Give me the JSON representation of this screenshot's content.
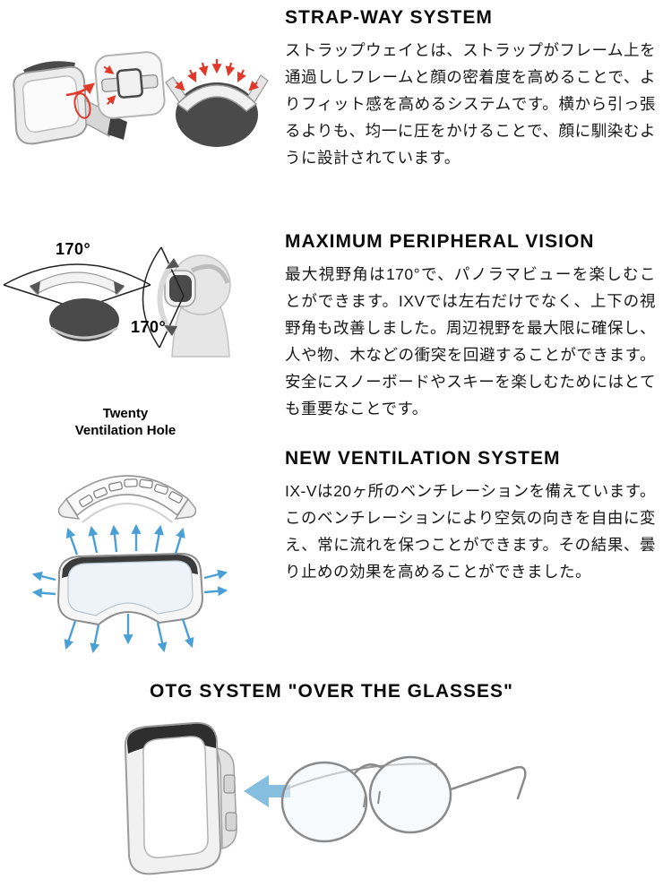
{
  "sections": {
    "strap_way": {
      "title": "STRAP-WAY SYSTEM",
      "body": "ストラップウェイとは、ストラップがフレーム上を通過ししフレームと顔の密着度を高めることで、よりフィット感を高めるシステムです。横から引っ張るよりも、均一に圧をかけることで、顔に馴染むように設計されています。"
    },
    "peripheral_vision": {
      "title": "MAXIMUM PERIPHERAL VISION",
      "body": "最大視野角は170°で、パノラマビューを楽しむことができます。IXVでは左右だけでなく、上下の視野角も改善しました。周辺視野を最大限に確保し、人や物、木などの衝突を回避することができます。安全にスノーボードやスキーを楽しむためにはとても重要なことです。",
      "angle_top_view": "170°",
      "angle_side_view": "170°"
    },
    "ventilation": {
      "title": "NEW VENTILATION SYSTEM",
      "body": "IX-Vは20ヶ所のベンチレーションを備えています。このベンチレーションにより空気の向きを自由に変え、常に流れを保つことができます。その結果、曇り止めの効果を高めることができました。",
      "label_line1": "Twenty",
      "label_line2": "Ventilation Hole"
    },
    "otg": {
      "title": "OTG SYSTEM \"OVER THE GLASSES\""
    }
  },
  "illustrations": {
    "strap_way": [
      "goggle-side-view",
      "strap-clip-detail",
      "goggle-top-view-with-pressure-arrows"
    ],
    "peripheral_vision": [
      "field-of-view-fan-top",
      "goggle-top-view",
      "head-profile-with-goggle"
    ],
    "ventilation": [
      "goggle-frame-vent-holes",
      "goggle-front-airflow-arrows"
    ],
    "otg": [
      "goggle-frame-perspective",
      "insert-arrow",
      "eyeglasses"
    ]
  },
  "colors": {
    "accent_red": "#e0392a",
    "accent_blue": "#4aa0d5",
    "arrow_blue_fill": "#85bede",
    "dark_fill": "#4a4a4a",
    "frame_gray": "#ececec",
    "text": "#161616",
    "background": "#ffffff"
  }
}
